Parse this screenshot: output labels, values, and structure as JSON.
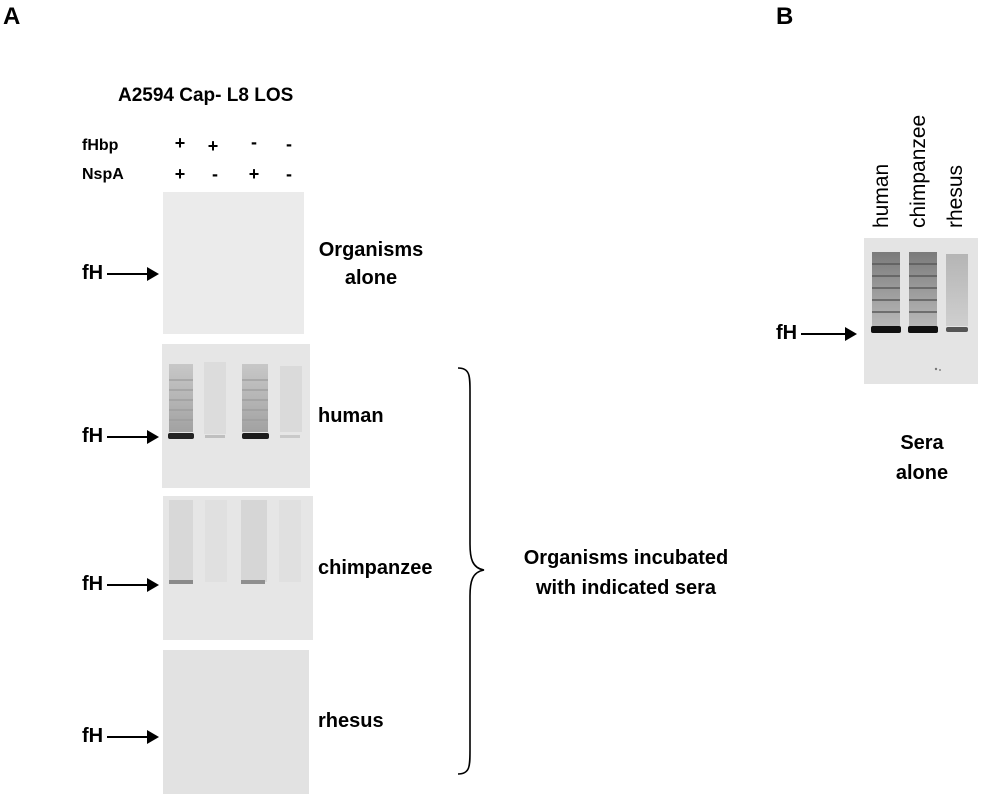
{
  "panel_a": {
    "letter": "A",
    "title": "A2594 Cap- L8 LOS",
    "row_labels": {
      "fhbp": "fHbp",
      "nspa": "NspA"
    },
    "fhbp_signs": [
      "+",
      "+",
      "-",
      "-"
    ],
    "nspa_signs": [
      "+",
      "-",
      "+",
      "-"
    ],
    "arrow_label": "fH",
    "blots": [
      {
        "label_line1": "Organisms",
        "label_line2": "alone"
      },
      {
        "label_line1": "human"
      },
      {
        "label_line1": "chimpanzee"
      },
      {
        "label_line1": "rhesus"
      }
    ],
    "bracket_label_line1": "Organisms incubated",
    "bracket_label_line2": "with indicated sera"
  },
  "panel_b": {
    "letter": "B",
    "lane_labels": [
      "human",
      "chimpanzee",
      "rhesus"
    ],
    "arrow_label": "fH",
    "caption_line1": "Sera",
    "caption_line2": "alone"
  }
}
